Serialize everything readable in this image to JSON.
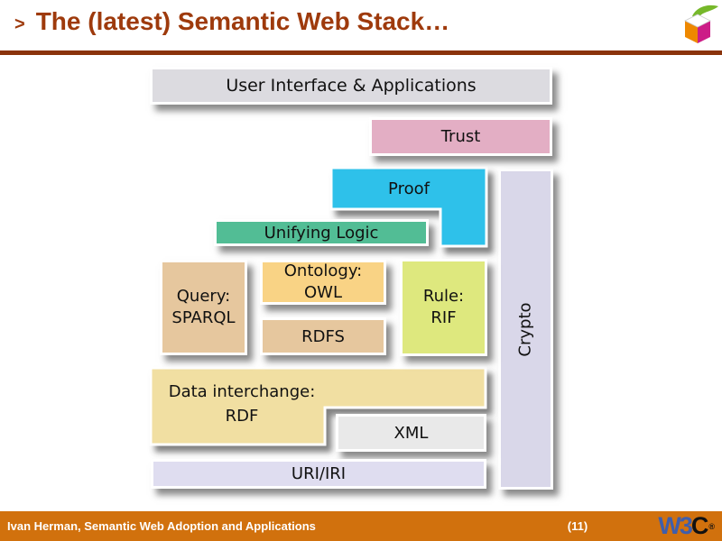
{
  "header": {
    "bullet": ">",
    "title": "The (latest) Semantic Web Stack…"
  },
  "diagram": {
    "ui": {
      "label": "User Interface & Applications"
    },
    "trust": {
      "label": "Trust"
    },
    "proof": {
      "label": "Proof"
    },
    "unifying_logic": {
      "label": "Unifying Logic"
    },
    "query": {
      "line1": "Query:",
      "line2": "SPARQL"
    },
    "ontology": {
      "line1": "Ontology:",
      "line2": "OWL"
    },
    "rdfs": {
      "label": "RDFS"
    },
    "rule": {
      "line1": "Rule:",
      "line2": "RIF"
    },
    "crypto": {
      "label": "Crypto"
    },
    "data_interchange": {
      "line1": "Data interchange:",
      "line2": "RDF"
    },
    "xml": {
      "label": "XML"
    },
    "uri": {
      "label": "URI/IRI"
    }
  },
  "footer": {
    "credit": "Ivan Herman, Semantic Web Adoption and Applications",
    "page_number": "(11)",
    "logo": {
      "w3": "W3",
      "c": "C",
      "mark": "®"
    }
  },
  "icons": {
    "cube_logo": "w3c-cube-logo"
  },
  "colors": {
    "title_text": "#9e3a0c",
    "title_rule": "#8a330b",
    "footer_bar": "#d1710d",
    "footer_text": "#ffffff",
    "box_ui": "#dcdbe0",
    "box_trust": "#e3aec4",
    "box_proof": "#2fc1ea",
    "box_unifying_logic": "#52bd95",
    "box_query": "#e6c79e",
    "box_ontology": "#f9d385",
    "box_rdfs": "#e6c79e",
    "box_rule": "#dee87e",
    "box_crypto": "#d9d7e9",
    "box_data_interchange": "#f1dfa2",
    "box_xml": "#e9e9e9",
    "box_uri": "#dfddf0",
    "w3c_blue": "#3f5eab",
    "cube_orange": "#ee8800",
    "cube_magenta": "#cc1d87",
    "cube_green": "#76b82a"
  }
}
